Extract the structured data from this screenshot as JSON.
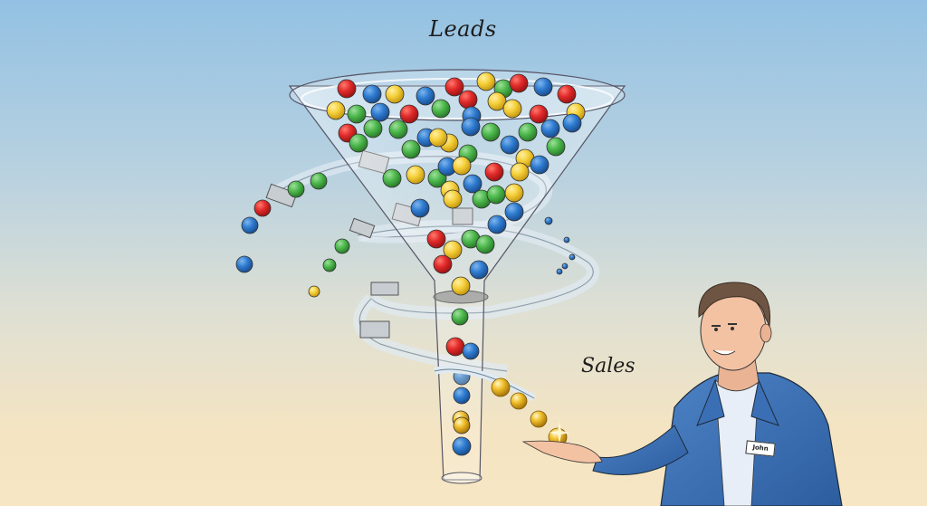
{
  "labels": {
    "top": "Leads",
    "bottom": "Sales",
    "name_tag": "John"
  },
  "colors": {
    "background_top": "#93c1e3",
    "background_bottom": "#f7e6c3",
    "ball_red": "#e12a2a",
    "ball_blue": "#2e7bd0",
    "ball_green": "#4cb84c",
    "ball_yellow": "#f5cf3a",
    "ball_gold": "#e8b21e",
    "suit": "#3a6fb5",
    "hair": "#6e5543",
    "skin": "#f2c2a3"
  }
}
